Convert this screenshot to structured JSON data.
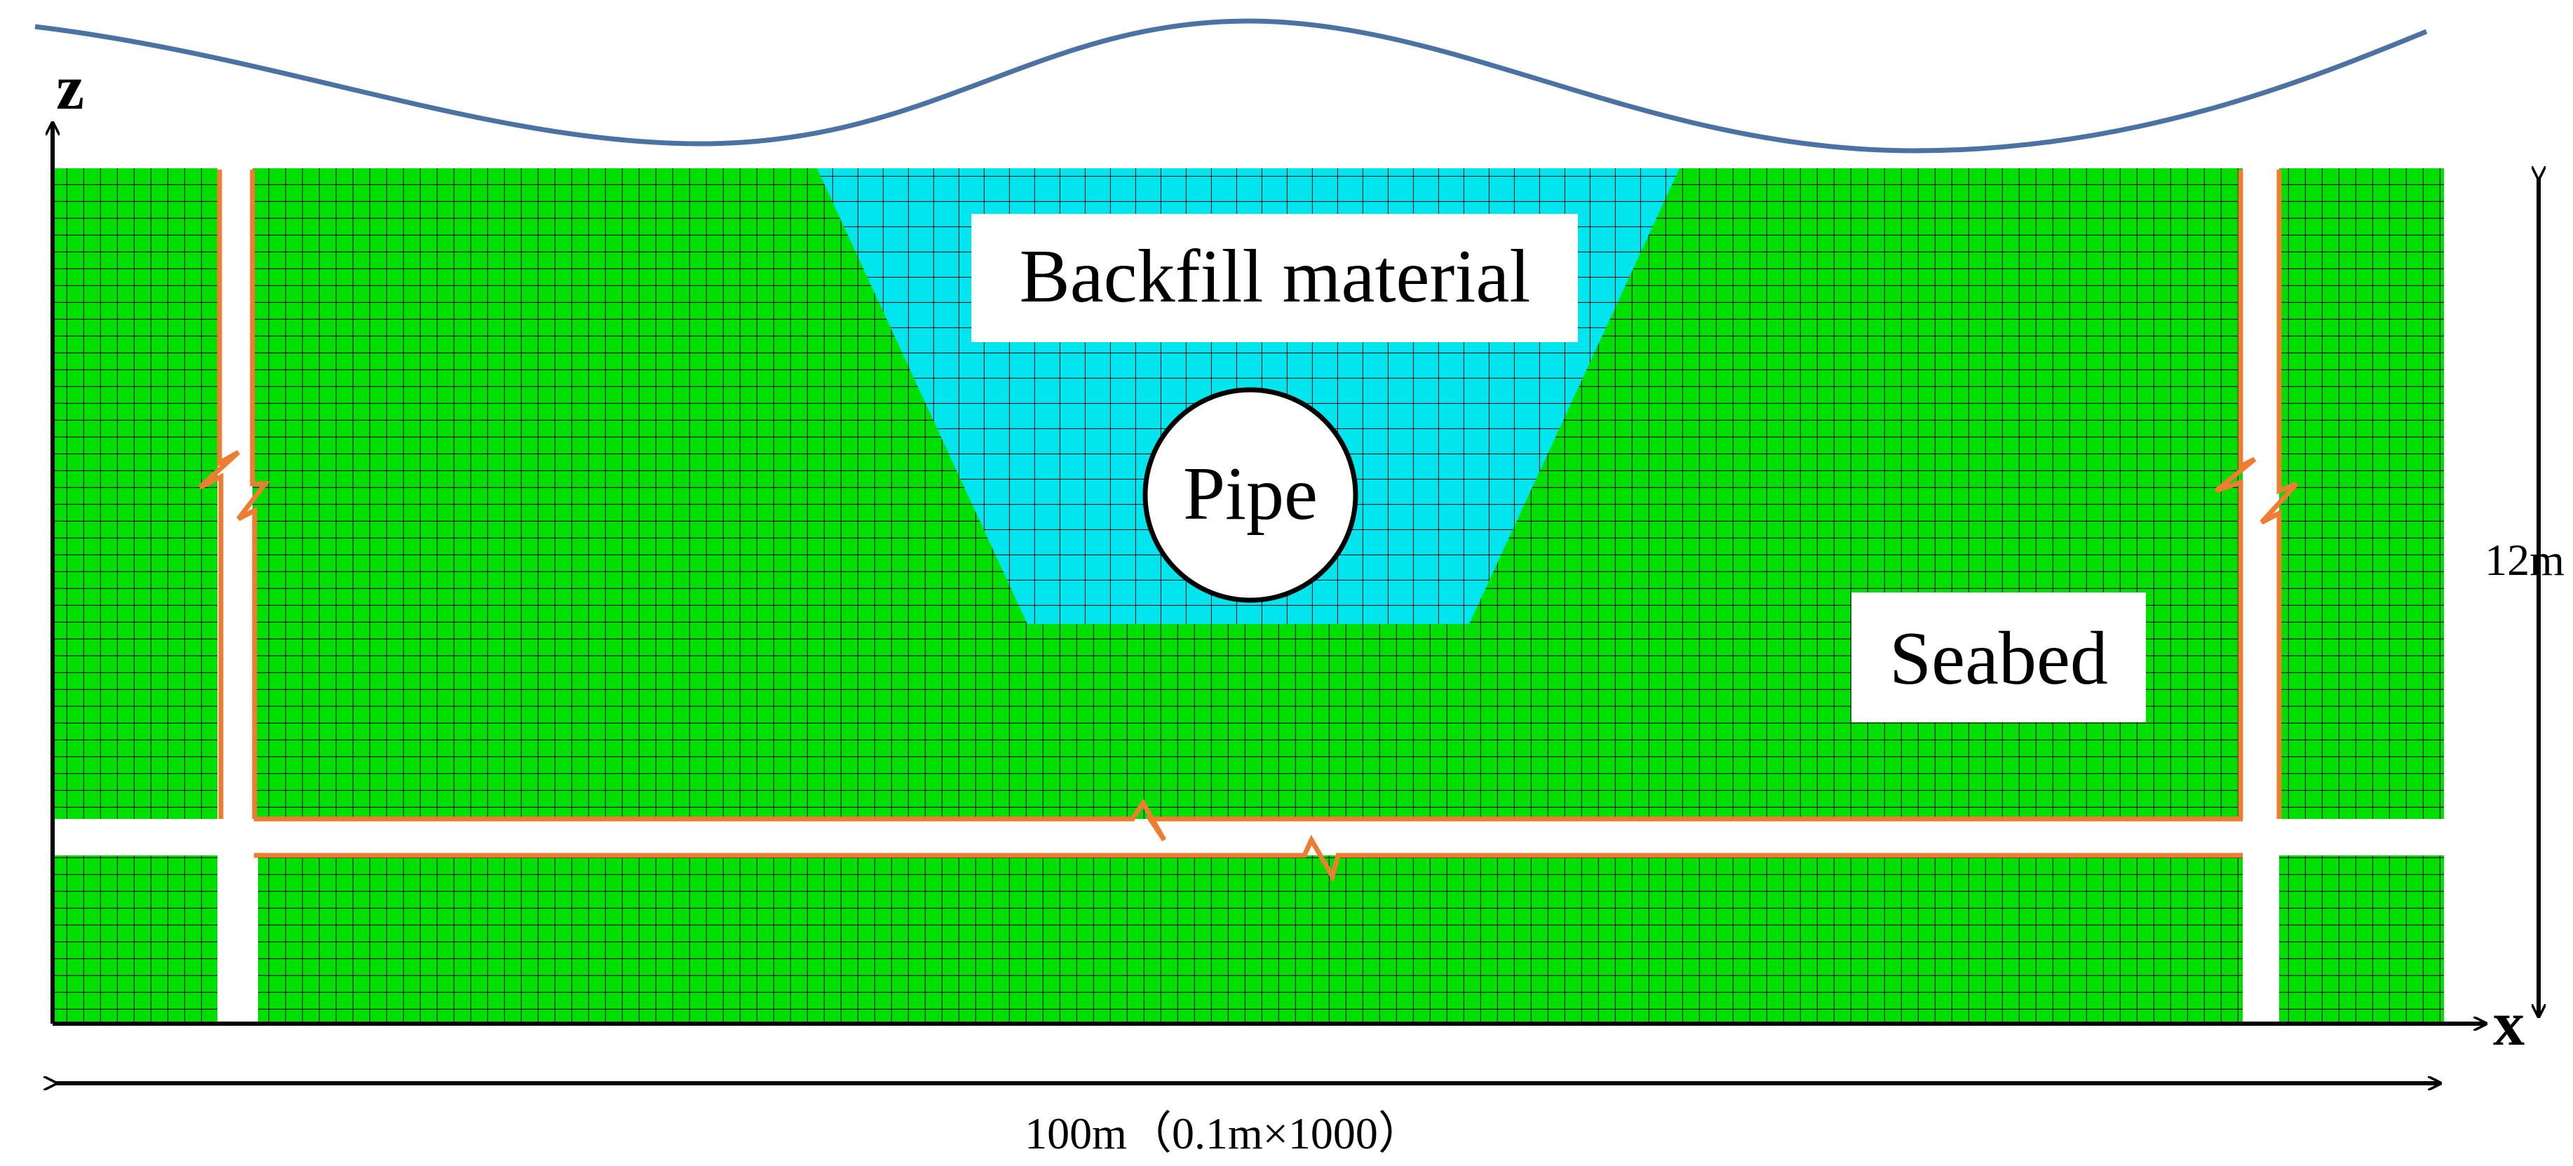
{
  "labels": {
    "axis_z": "z",
    "axis_x": "x",
    "backfill": "Backfill material",
    "pipe": "Pipe",
    "seabed": "Seabed",
    "height_dim": "12m",
    "width_dim": "100m（0.1m×1000）"
  },
  "colors": {
    "seabed": "#00e000",
    "backfill": "#00e5ee",
    "mesh_line": "#1a1a1a",
    "interface": "#ed7d31",
    "wave": "#4a72a3",
    "label_bg": "#ffffff",
    "pipe_fill": "#ffffff"
  }
}
